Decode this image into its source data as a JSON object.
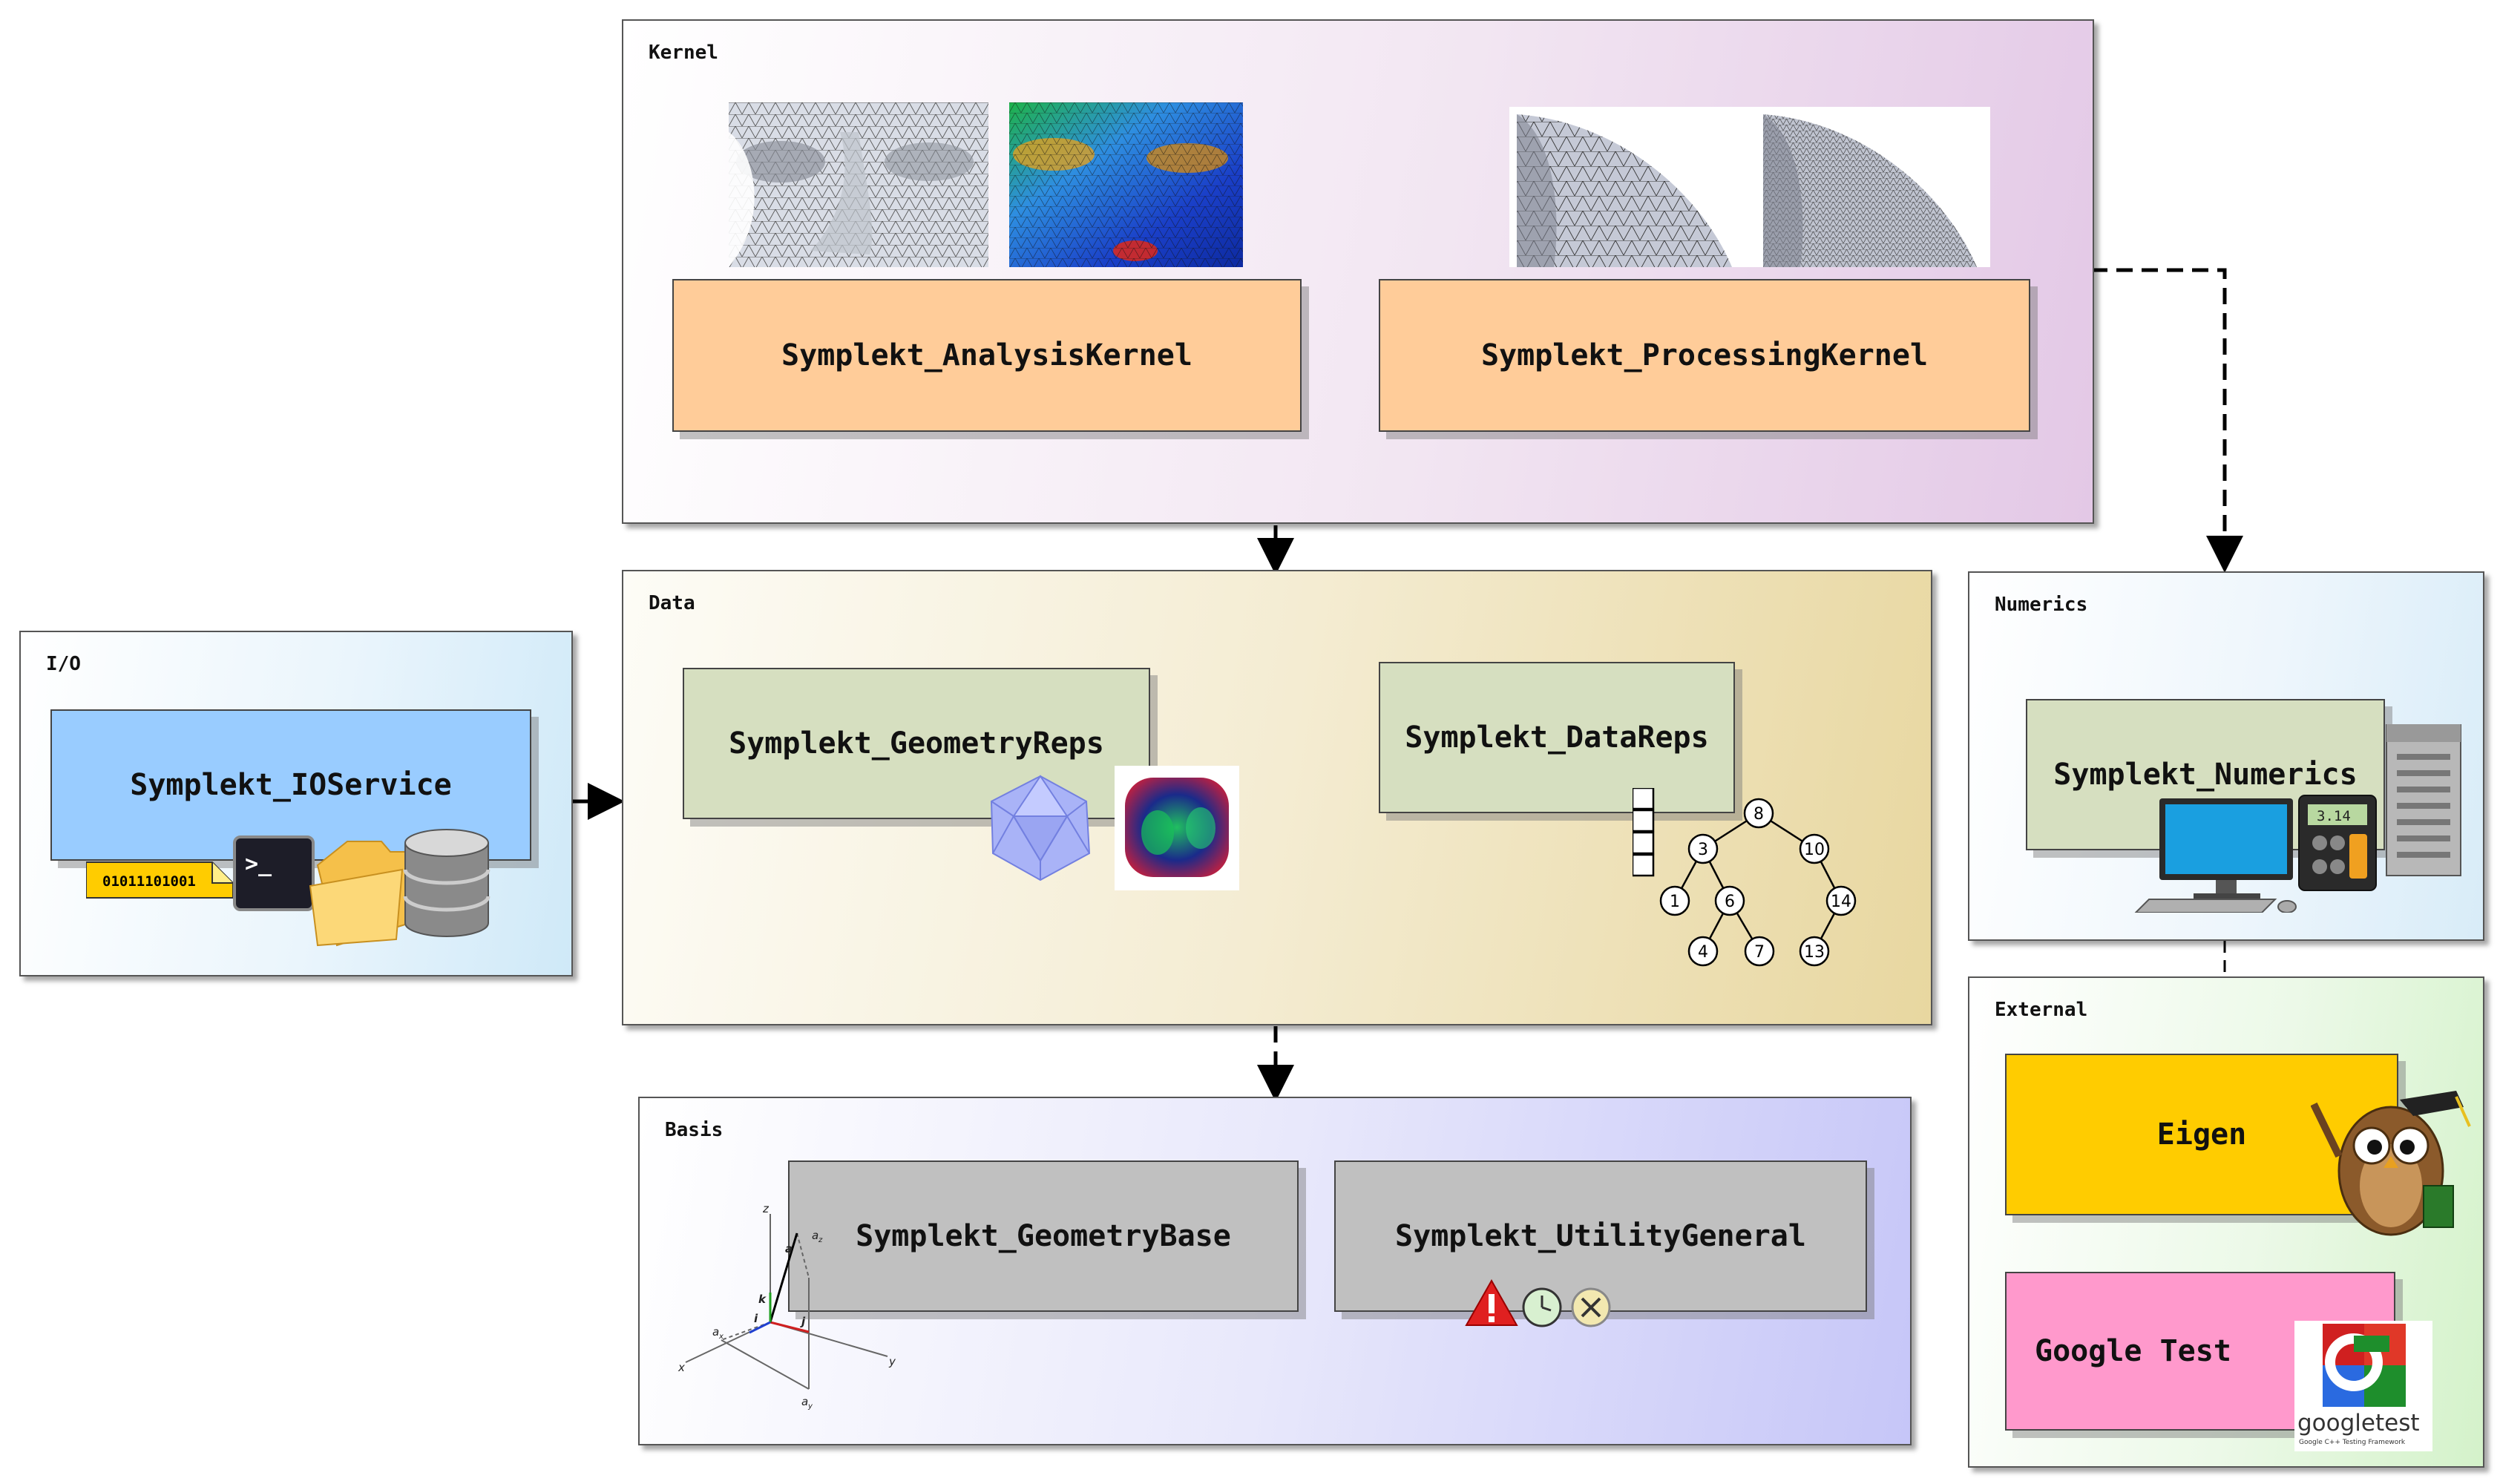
{
  "groups": {
    "kernel": {
      "label": "Kernel"
    },
    "data": {
      "label": "Data"
    },
    "basis": {
      "label": "Basis"
    },
    "io": {
      "label": "I/O"
    },
    "numerics": {
      "label": "Numerics"
    },
    "external": {
      "label": "External"
    }
  },
  "modules": {
    "analysis_kernel": "Symplekt_AnalysisKernel",
    "processing_kernel": "Symplekt_ProcessingKernel",
    "geometry_reps": "Symplekt_GeometryReps",
    "data_reps": "Symplekt_DataReps",
    "geometry_base": "Symplekt_GeometryBase",
    "utility_general": "Symplekt_UtilityGeneral",
    "io_service": "Symplekt_IOService",
    "numerics": "Symplekt_Numerics",
    "eigen": "Eigen",
    "google_test": "Google Test"
  },
  "decorations": {
    "binary_tag": "01011101001",
    "terminal_prompt": ">_",
    "calculator_display": "3.14",
    "googletest_logo_text": "googletest",
    "googletest_logo_sub": "Google C++ Testing Framework",
    "tree_nodes": [
      "8",
      "3",
      "10",
      "1",
      "6",
      "14",
      "4",
      "7",
      "13"
    ],
    "axis_labels": {
      "z": "z",
      "x": "x",
      "y": "y",
      "a": "a",
      "k": "k",
      "i": "i",
      "j": "j",
      "ax": "a",
      "ay": "a",
      "az": "a",
      "sub_x": "x",
      "sub_y": "y",
      "sub_z": "z"
    }
  },
  "colors": {
    "kernel_module": "#ffcc99",
    "data_module": "#d6dfc0",
    "basis_module": "#c0c0c0",
    "io_module": "#99ccff",
    "eigen_module": "#ffcc00",
    "googletest_module": "#ff99cc"
  }
}
